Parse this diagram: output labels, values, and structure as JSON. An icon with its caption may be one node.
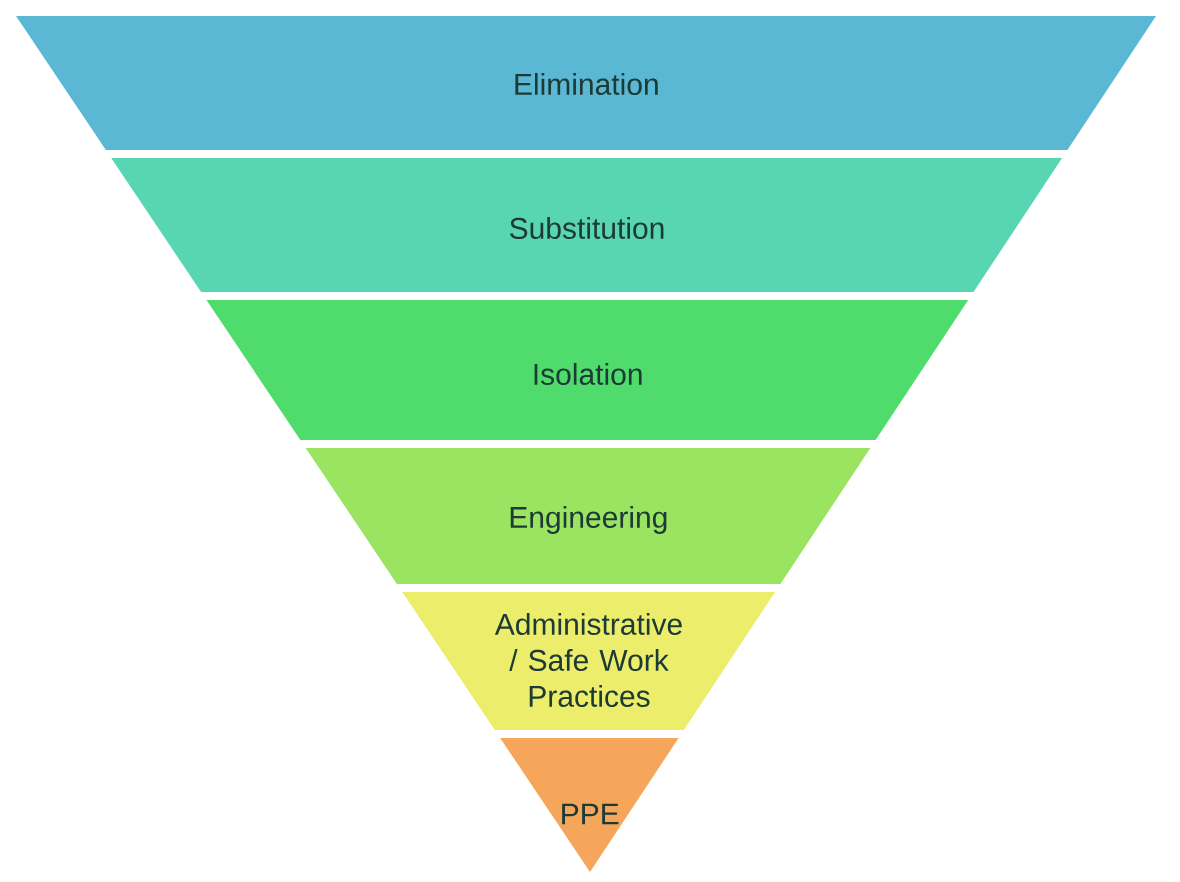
{
  "diagram": {
    "nodes": [
      {
        "text": [
          "Elimination"
        ]
      },
      {
        "text": [
          "Substitution"
        ]
      },
      {
        "text": [
          "Isolation"
        ]
      },
      {
        "text": [
          "Engineering"
        ]
      },
      {
        "text": [
          "Administrative / Safe Work Practices"
        ]
      },
      {
        "text": [
          "PPE"
        ]
      }
    ]
  }
}
